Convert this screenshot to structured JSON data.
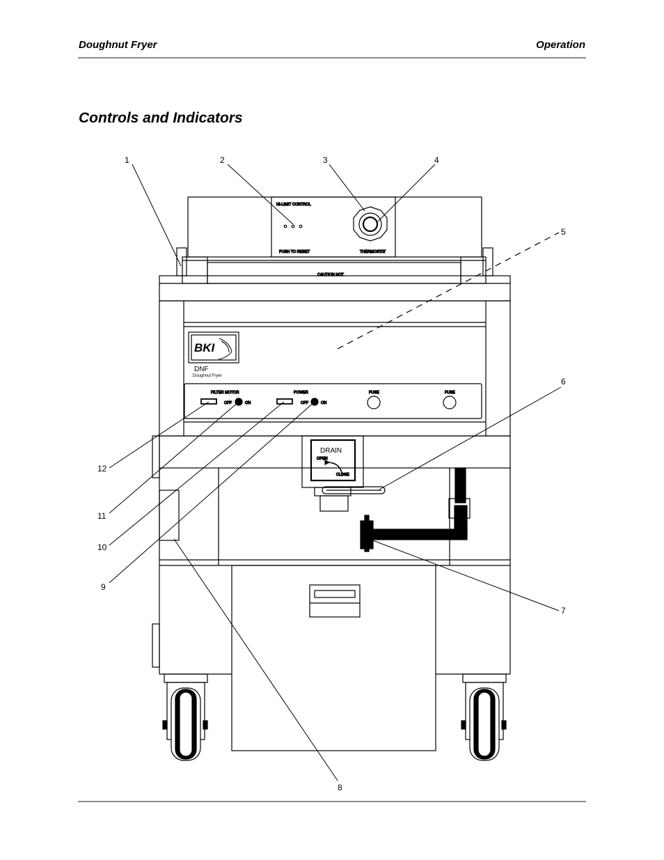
{
  "header": {
    "left": "Doughnut Fryer",
    "right": "Operation"
  },
  "section_title": "Controls and Indicators",
  "diagram": {
    "callouts": [
      "1",
      "2",
      "3",
      "4",
      "5",
      "6",
      "7",
      "8",
      "9",
      "10",
      "11",
      "12"
    ],
    "labels": {
      "hi_limit": "HI-LIMIT CONTROL",
      "push_to_reset": "PUSH TO RESET",
      "thermostat": "THERMOSTAT",
      "caution": "CAUTION HOT",
      "brand": "BKI",
      "model": "DNF",
      "model_desc": "Doughnut Fryer",
      "filter_motor": "FILTER MOTOR",
      "power": "POWER",
      "off1": "OFF",
      "on1": "ON",
      "off2": "OFF",
      "on2": "ON",
      "fuse1": "FUSE",
      "fuse2": "FUSE",
      "drain": "DRAIN",
      "open": "OPEN",
      "close": "CLOSE"
    }
  }
}
